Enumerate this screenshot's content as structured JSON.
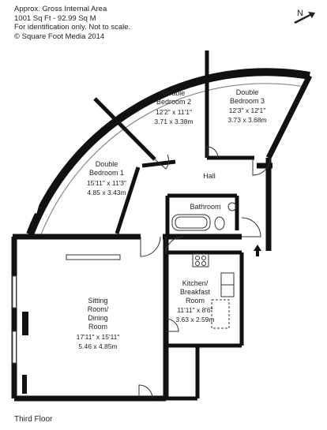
{
  "header": {
    "line1": "Approx. Gross Internal Area",
    "line2": "1001 Sq Ft  -  92.99 Sq M",
    "line3": "For identification only. Not to scale.",
    "line4": "© Square Foot Media 2014"
  },
  "compass": {
    "label": "N"
  },
  "floor_label": "Third Floor",
  "rooms": {
    "bedroom1": {
      "name1": "Double",
      "name2": "Bedroom 1",
      "imperial": "15'11\" x 11'3\"",
      "metric": "4.85 x 3.43m"
    },
    "bedroom2": {
      "name1": "Double",
      "name2": "Bedroom 2",
      "imperial": "12'2\" x 11'1\"",
      "metric": "3.71 x 3.38m"
    },
    "bedroom3": {
      "name1": "Double",
      "name2": "Bedroom 3",
      "imperial": "12'3\" x 12'1\"",
      "metric": "3.73 x 3.68m"
    },
    "hall": {
      "name": "Hall"
    },
    "bathroom": {
      "name": "Bathroom"
    },
    "kitchen": {
      "name1": "Kitchen/",
      "name2": "Breakfast",
      "name3": "Room",
      "imperial": "11'11\" x 8'6\"",
      "metric": "3.63 x 2.59m"
    },
    "sitting": {
      "name1": "Sitting",
      "name2": "Room/",
      "name3": "Dining",
      "name4": "Room",
      "imperial": "17'11\" x 15'11\"",
      "metric": "5.46 x 4.85m"
    }
  }
}
